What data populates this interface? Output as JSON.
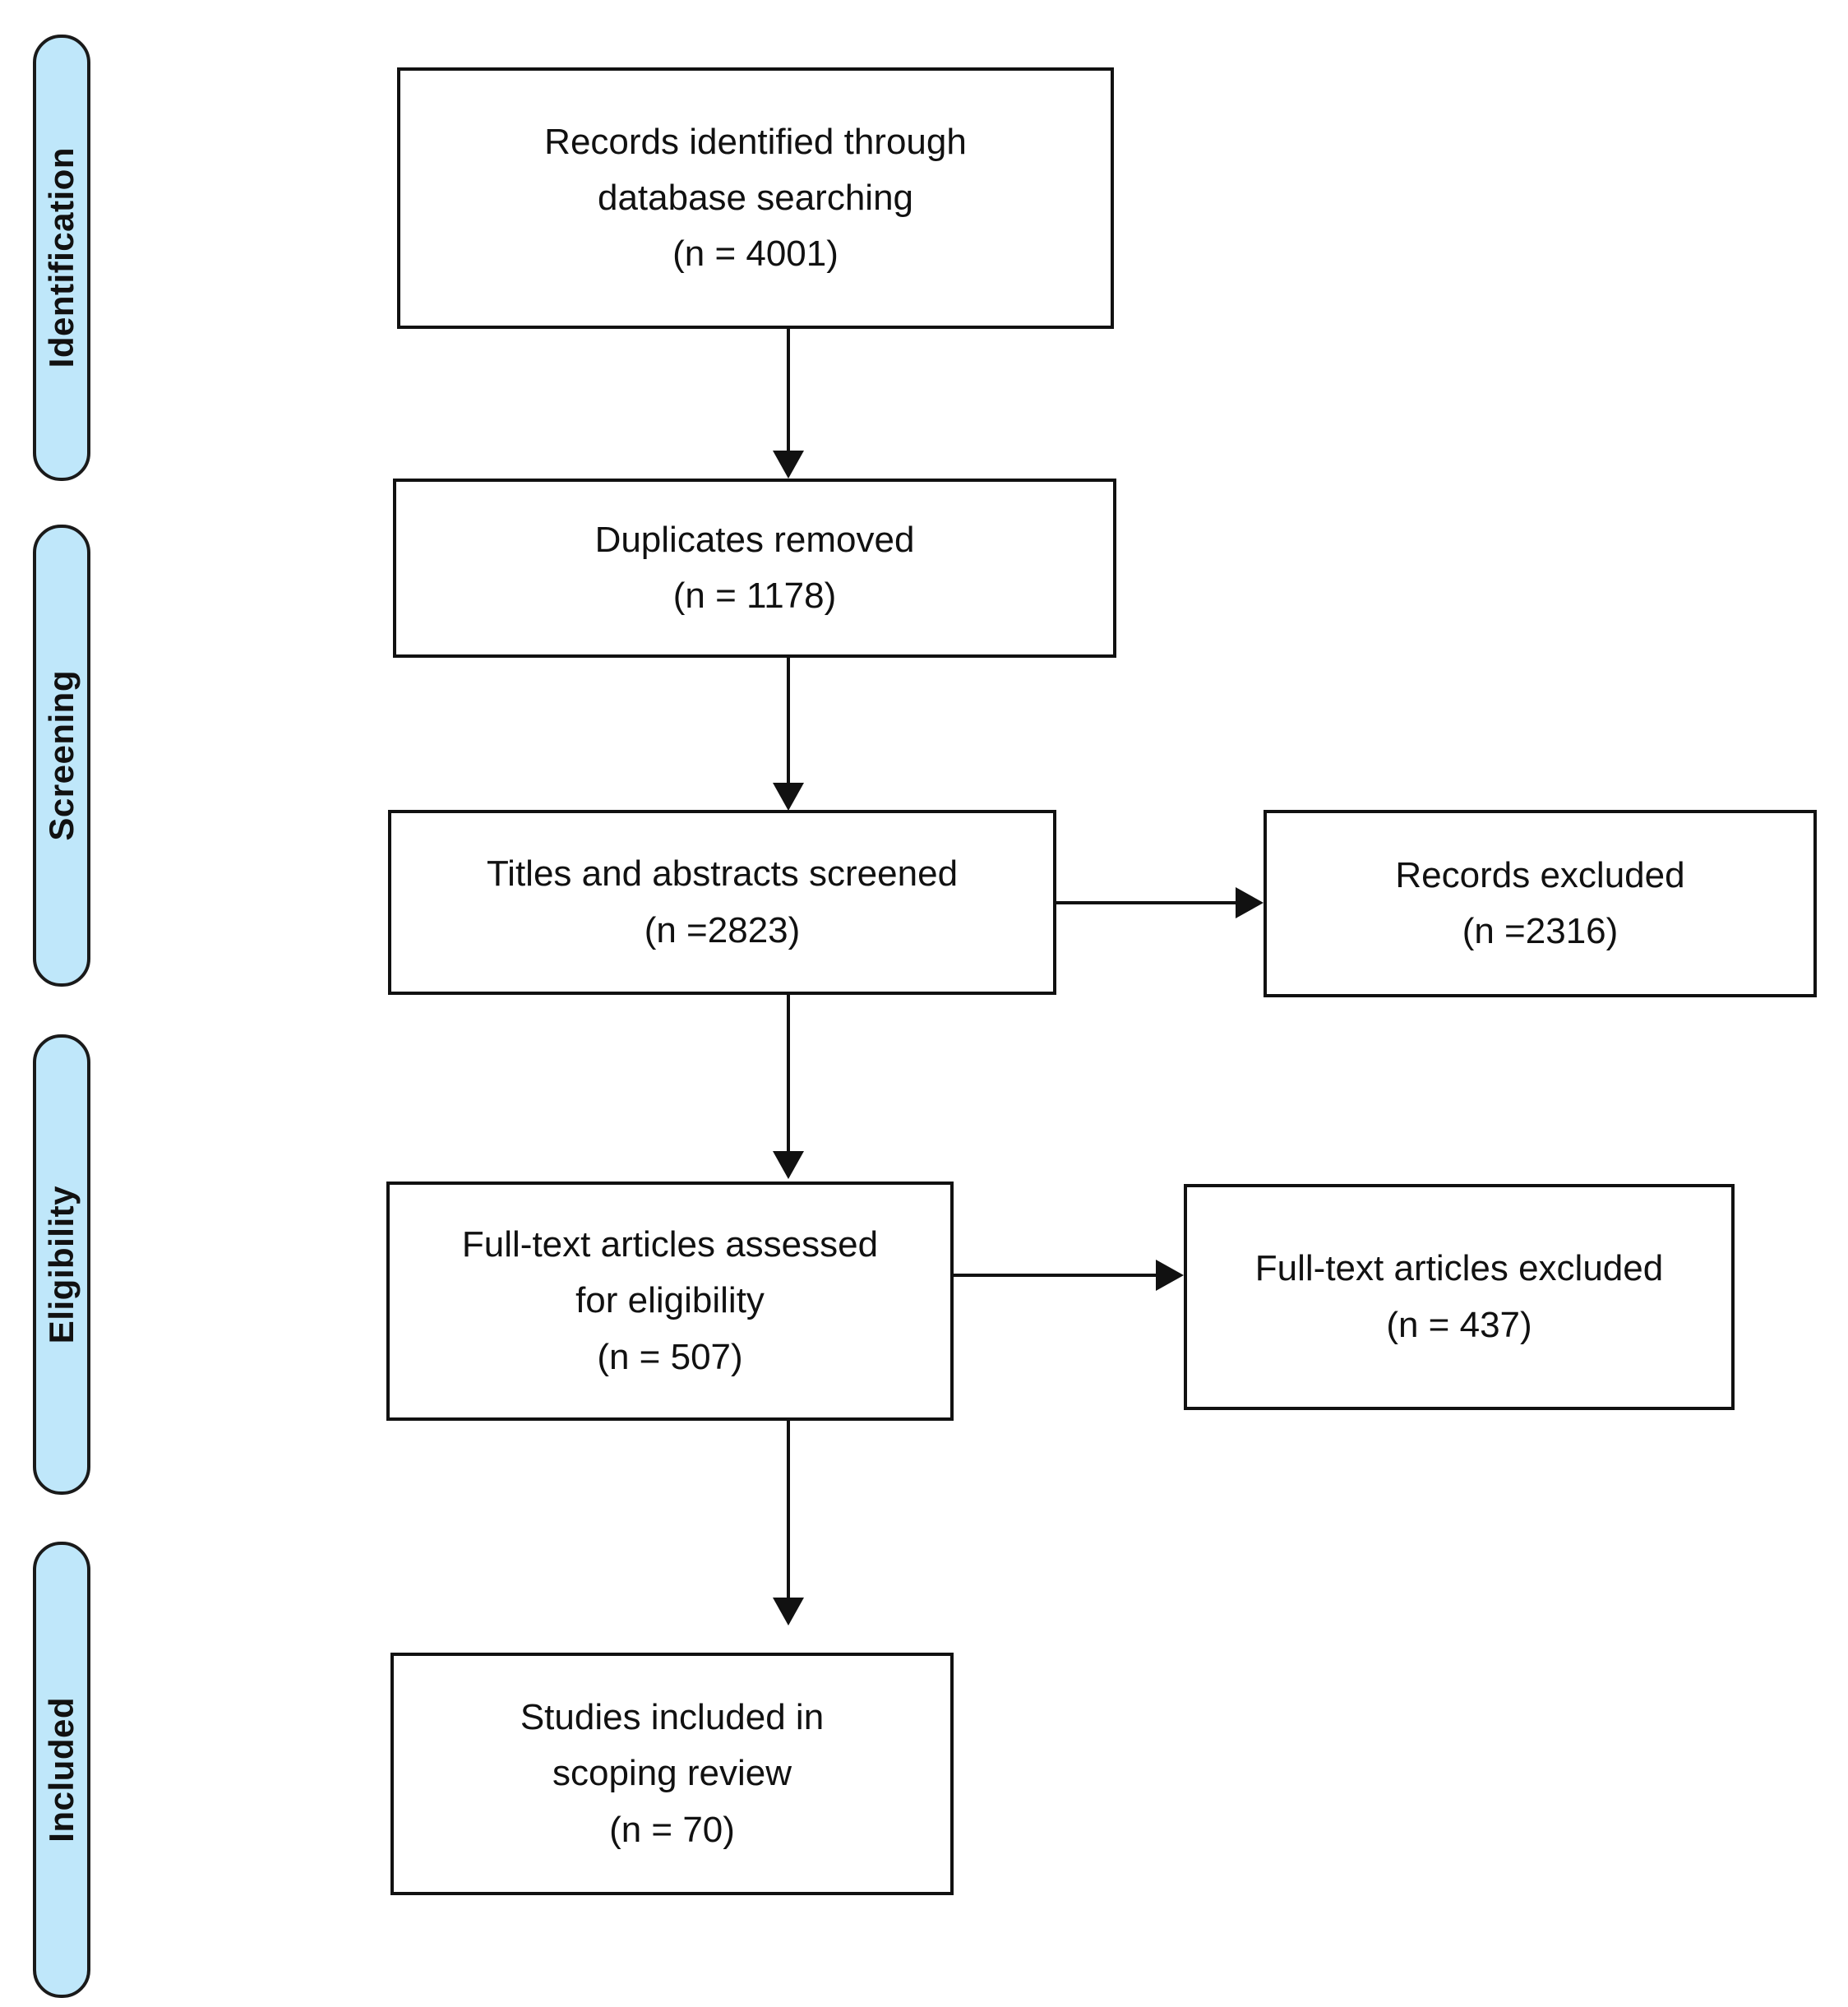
{
  "diagram": {
    "type": "prisma-flow-diagram",
    "accent_color": "#bfe7fa",
    "border_color": "#111111",
    "background_color": "#ffffff"
  },
  "stages": [
    {
      "id": "identification",
      "label": "Identification"
    },
    {
      "id": "screening",
      "label": "Screening"
    },
    {
      "id": "eligibility",
      "label": "Eligibility"
    },
    {
      "id": "included",
      "label": "Included"
    }
  ],
  "boxes": {
    "records_identified": {
      "line1": "Records identified through",
      "line2": "database searching",
      "line3": "(n = 4001)"
    },
    "duplicates_removed": {
      "line1": "Duplicates removed",
      "line2": "(n = 1178)"
    },
    "titles_abstracts_screened": {
      "line1": "Titles and abstracts screened",
      "line2": "(n =2823)"
    },
    "records_excluded": {
      "line1": "Records excluded",
      "line2": "(n =2316)"
    },
    "fulltext_assessed": {
      "line1": "Full-text articles assessed",
      "line2": "for eligibility",
      "line3": "(n = 507)"
    },
    "fulltext_excluded": {
      "line1": "Full-text articles excluded",
      "line2": "(n = 437)"
    },
    "studies_included": {
      "line1": "Studies included in",
      "line2": "scoping review",
      "line3": "(n = 70)"
    }
  }
}
